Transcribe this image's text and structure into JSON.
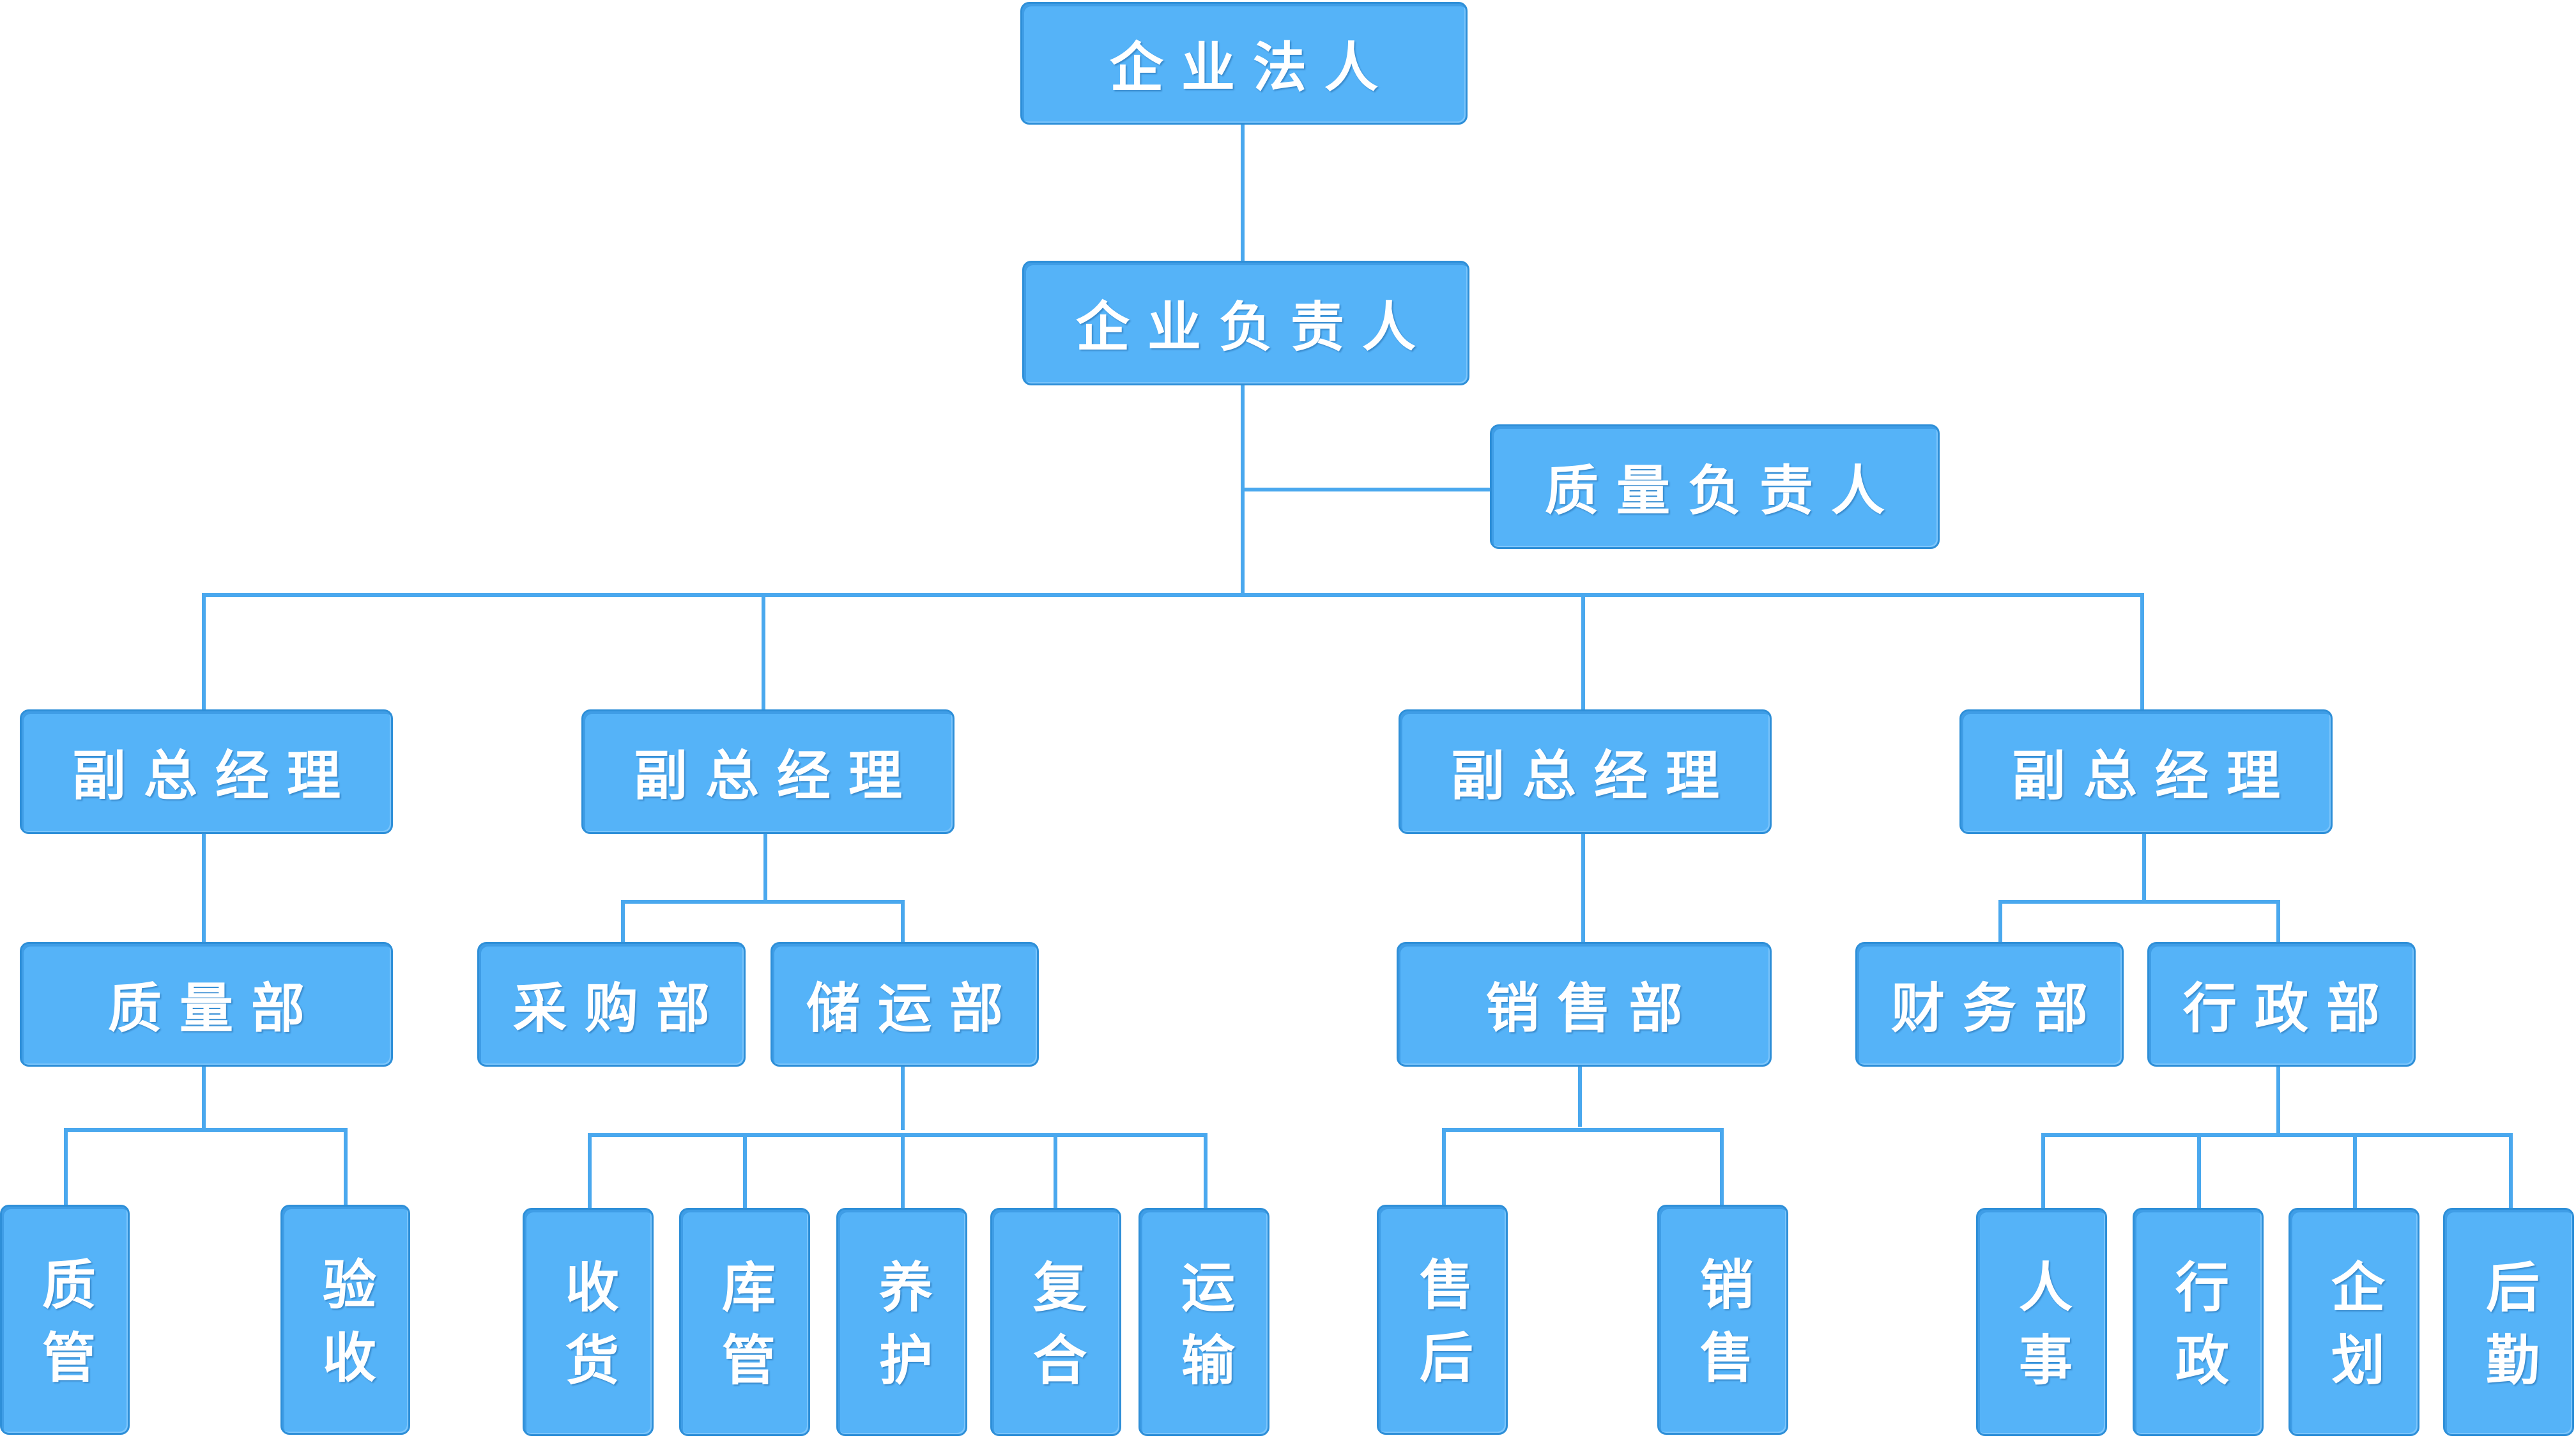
{
  "colors": {
    "box_fill": "#55b3f8",
    "box_border": "#2e8fd8",
    "line": "#4aa8ee",
    "text": "#ffffff"
  },
  "nodes": {
    "legal_person": "企业法人",
    "head": "企业负责人",
    "quality_head": "质量负责人",
    "vgm1": "副总经理",
    "vgm2": "副总经理",
    "vgm3": "副总经理",
    "vgm4": "副总经理",
    "quality_dept": "质量部",
    "purchase_dept": "采购部",
    "storage_dept": "储运部",
    "sales_dept": "销售部",
    "finance_dept": "财务部",
    "admin_dept": "行政部",
    "qc": "质管",
    "inspection": "验收",
    "receiving": "收货",
    "warehouse": "库管",
    "maintenance": "养护",
    "recheck": "复合",
    "transport": "运输",
    "after_sales": "售后",
    "sales": "销售",
    "hr": "人事",
    "administration": "行政",
    "planning": "企划",
    "logistics": "后勤"
  }
}
